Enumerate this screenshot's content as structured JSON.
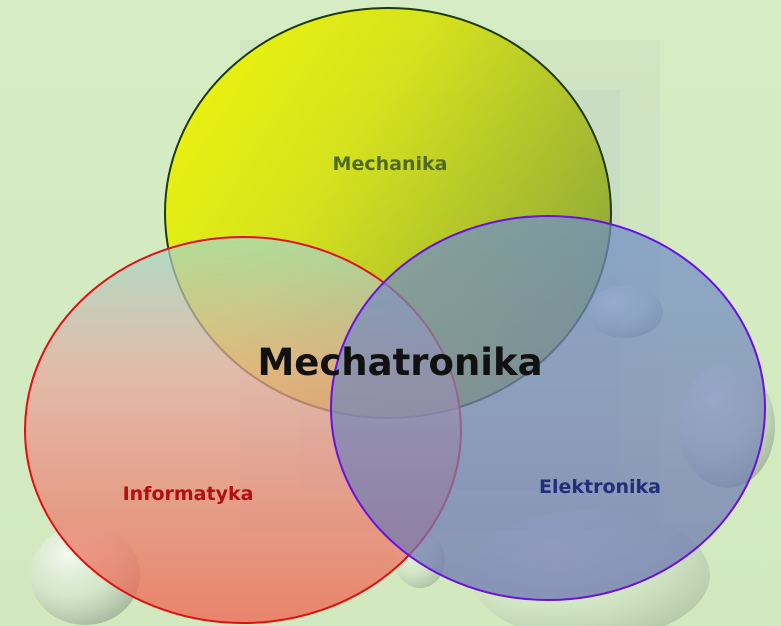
{
  "diagram": {
    "center_label": "Mechatronika",
    "circles": [
      {
        "label": "Mechanika",
        "fill": "#e8f010",
        "stroke": "#1e3a10",
        "text_color": "#4f6a22"
      },
      {
        "label": "Informatyka",
        "fill": "#f06a60",
        "stroke": "#e01010",
        "text_color": "#b30f12"
      },
      {
        "label": "Elektronika",
        "fill": "#6e7fb8",
        "stroke": "#6a10e0",
        "text_color": "#1f2f78"
      }
    ]
  },
  "colors": {
    "background": "#d4ebc2",
    "mechanika_fill": "#e8f010",
    "informatyka_fill": "#f06a60",
    "elektronika_fill": "#6e7fb8"
  }
}
